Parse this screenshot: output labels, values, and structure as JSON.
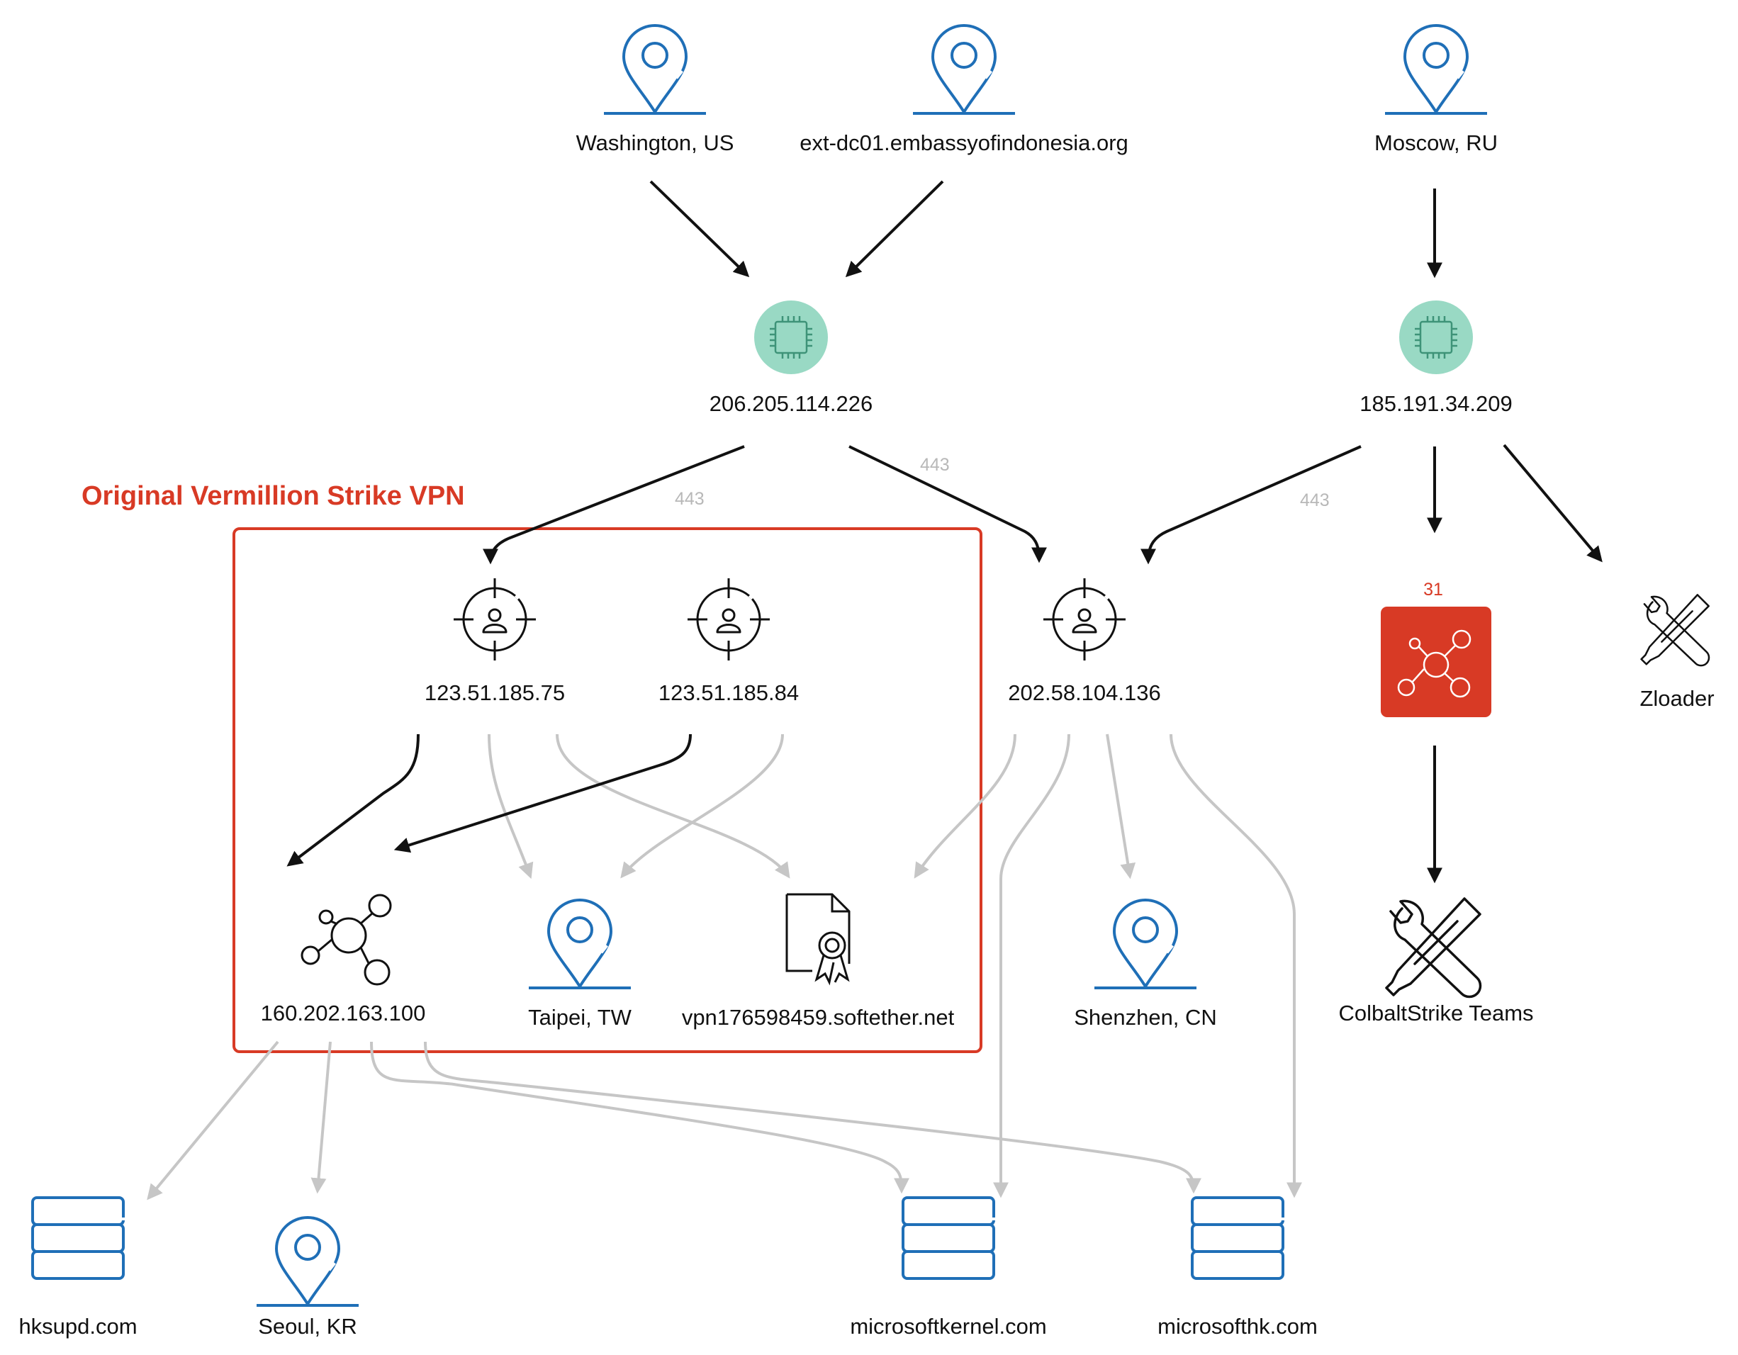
{
  "colors": {
    "blue": "#1f6fb7",
    "black": "#111111",
    "grey": "#c6c6c6",
    "red": "#d83a25",
    "teal": "#99d9c4",
    "teal_stroke": "#3e9378"
  },
  "group": {
    "title": "Original Vermillion Strike VPN"
  },
  "nodes": {
    "washington": {
      "label": "Washington, US",
      "kind": "location-pin-icon"
    },
    "embassy": {
      "label": "ext-dc01.embassyofindonesia.org",
      "kind": "location-pin-icon"
    },
    "moscow": {
      "label": "Moscow, RU",
      "kind": "location-pin-icon"
    },
    "ip206": {
      "label": "206.205.114.226",
      "kind": "chip-icon"
    },
    "ip185": {
      "label": "185.191.34.209",
      "kind": "chip-icon"
    },
    "ip12375": {
      "label": "123.51.185.75",
      "kind": "target-user-icon"
    },
    "ip12384": {
      "label": "123.51.185.84",
      "kind": "target-user-icon"
    },
    "ip202": {
      "label": "202.58.104.136",
      "kind": "target-user-icon"
    },
    "cluster": {
      "label": "31",
      "kind": "network-hub-icon"
    },
    "zloader": {
      "label": "Zloader",
      "kind": "tools-icon"
    },
    "ip160": {
      "label": "160.202.163.100",
      "kind": "network-hub-icon"
    },
    "taipei": {
      "label": "Taipei, TW",
      "kind": "location-pin-icon"
    },
    "vpncert": {
      "label": "vpn176598459.softether.net",
      "kind": "certificate-icon"
    },
    "shenzhen": {
      "label": "Shenzhen, CN",
      "kind": "location-pin-icon"
    },
    "cobalt": {
      "label": "ColbaltStrike Teams",
      "kind": "tools-icon"
    },
    "hksupd": {
      "label": "hksupd.com",
      "kind": "server-icon"
    },
    "seoul": {
      "label": "Seoul, KR",
      "kind": "location-pin-icon"
    },
    "mskernel": {
      "label": "microsoftkernel.com",
      "kind": "server-icon"
    },
    "mshk": {
      "label": "microsofthk.com",
      "kind": "server-icon"
    }
  },
  "edges": [
    {
      "from": "washington",
      "to": "ip206",
      "style": "primary"
    },
    {
      "from": "embassy",
      "to": "ip206",
      "style": "primary"
    },
    {
      "from": "moscow",
      "to": "ip185",
      "style": "primary"
    },
    {
      "from": "ip206",
      "to": "ip12375",
      "style": "primary",
      "label": "443"
    },
    {
      "from": "ip206",
      "to": "ip202",
      "style": "primary",
      "label": "443"
    },
    {
      "from": "ip185",
      "to": "ip202",
      "style": "primary",
      "label": "443"
    },
    {
      "from": "ip185",
      "to": "cluster",
      "style": "primary"
    },
    {
      "from": "ip185",
      "to": "zloader",
      "style": "primary"
    },
    {
      "from": "cluster",
      "to": "cobalt",
      "style": "primary"
    },
    {
      "from": "ip12375",
      "to": "ip160",
      "style": "primary"
    },
    {
      "from": "ip12384",
      "to": "ip160",
      "style": "primary"
    },
    {
      "from": "ip12375",
      "to": "taipei",
      "style": "secondary"
    },
    {
      "from": "ip12375",
      "to": "vpncert",
      "style": "secondary"
    },
    {
      "from": "ip12384",
      "to": "taipei",
      "style": "secondary"
    },
    {
      "from": "ip202",
      "to": "vpncert",
      "style": "secondary"
    },
    {
      "from": "ip202",
      "to": "mskernel",
      "style": "secondary"
    },
    {
      "from": "ip202",
      "to": "shenzhen",
      "style": "secondary"
    },
    {
      "from": "ip202",
      "to": "mshk",
      "style": "secondary"
    },
    {
      "from": "ip160",
      "to": "hksupd",
      "style": "secondary"
    },
    {
      "from": "ip160",
      "to": "seoul",
      "style": "secondary"
    },
    {
      "from": "ip160",
      "to": "mskernel",
      "style": "secondary"
    },
    {
      "from": "ip160",
      "to": "mshk",
      "style": "secondary"
    }
  ]
}
